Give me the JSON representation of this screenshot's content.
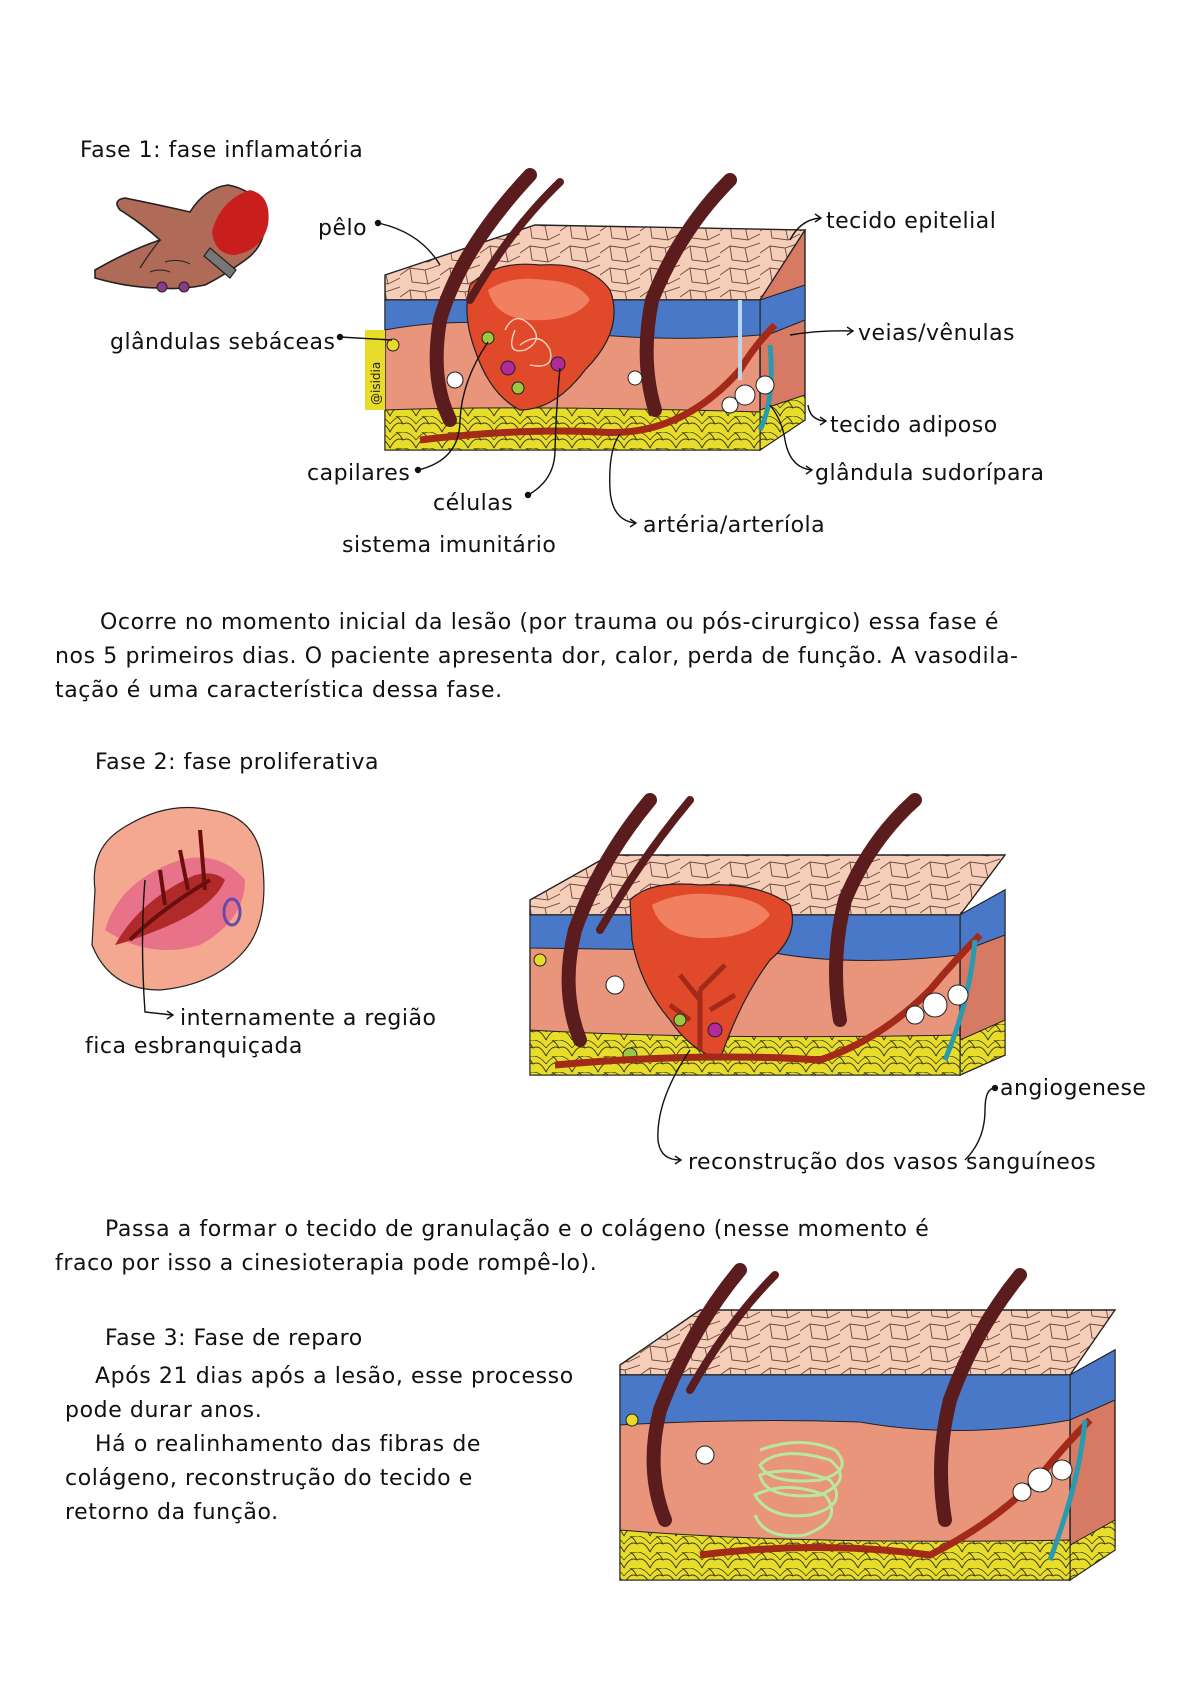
{
  "phase1": {
    "title": "Fase 1: fase inflamatória",
    "labels": {
      "pelo": "pêlo",
      "glandulas": "glândulas sebáceas",
      "capilares": "capilares",
      "celulas_1": "células",
      "celulas_2": "sistema imunitário",
      "arteria": "artéria/arteríola",
      "epitelial": "tecido epitelial",
      "veias": "veias/vênulas",
      "adiposo": "tecido adiposo",
      "sudoripara": "glândula sudorípara",
      "signature": "@isidia"
    },
    "paragraph_lines": [
      "Ocorre no momento inicial da lesão (por trauma ou pós-cirurgico) essa fase é",
      "nos 5 primeiros dias. O paciente apresenta dor, calor, perda de função. A vasodila-",
      "tação é uma característica dessa fase."
    ]
  },
  "phase2": {
    "title": "Fase 2: fase proliferativa",
    "labels": {
      "internamente_1": "internamente a região",
      "internamente_2": "fica esbranquiçada",
      "angiogenese": "angiogenese",
      "reconstrucao": "reconstrução dos vasos sanguíneos"
    },
    "paragraph_lines": [
      "Passa a formar o tecido de granulação e o colágeno (nesse momento é",
      "fraco por isso a cinesioterapia pode rompê-lo)."
    ]
  },
  "phase3": {
    "title": "Fase 3: Fase de reparo",
    "paragraph_lines": [
      "Após 21 dias após a lesão, esse processo",
      "pode durar anos.",
      "Há o realinhamento das fibras de",
      "colágeno, reconstrução do tecido e",
      "retorno da função."
    ]
  },
  "colors": {
    "epidermis": "#f6cdb8",
    "dermis_blue": "#4a78c8",
    "dermis": "#e8957c",
    "fat": "#e8dc2a",
    "hair": "#5a1c1c",
    "wound": "#e04a2a",
    "wound_core": "#f08060",
    "artery": "#a32a18",
    "vein": "#2a9ab0",
    "collagen": "#b8e8a0",
    "blood": "#c81e1e",
    "hand": "#b06a58"
  }
}
